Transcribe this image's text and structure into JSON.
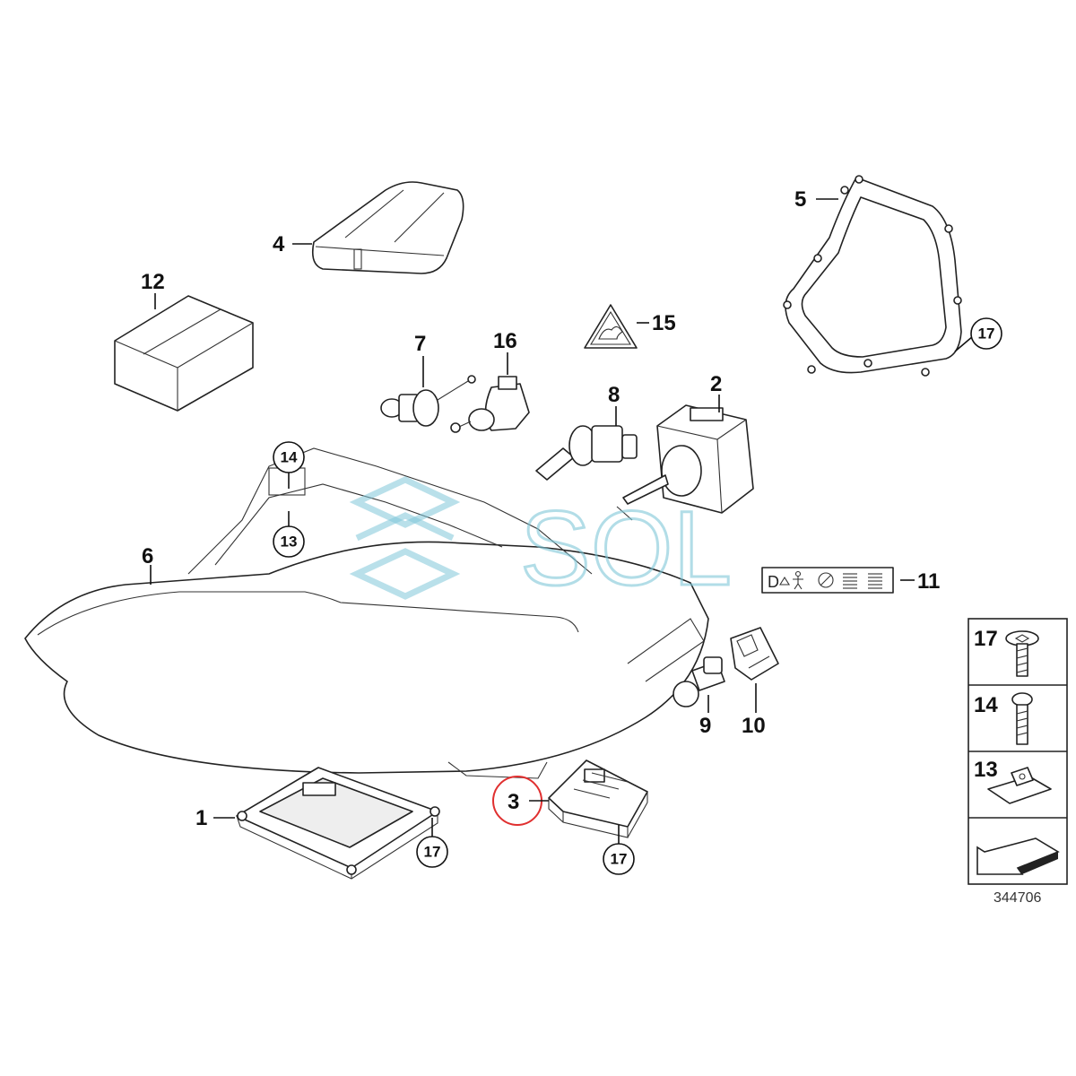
{
  "diagram": {
    "callouts": {
      "p1": "1",
      "p2": "2",
      "p3": "3",
      "p4": "4",
      "p5": "5",
      "p6": "6",
      "p7": "7",
      "p8": "8",
      "p9": "9",
      "p10": "10",
      "p11": "11",
      "p12": "12",
      "p13": "13",
      "p14": "14",
      "p15": "15",
      "p16": "16"
    },
    "circled": {
      "c17_gasket": "17",
      "c17_ballast1": "17",
      "c17_ballast3": "17",
      "c14": "14",
      "c13": "13"
    },
    "legend": {
      "row1": "17",
      "row2": "14",
      "row3": "13"
    },
    "reference_number": "344706",
    "watermark_text": "SOL",
    "highlight": {
      "part": "3",
      "color": "#e03030"
    }
  }
}
